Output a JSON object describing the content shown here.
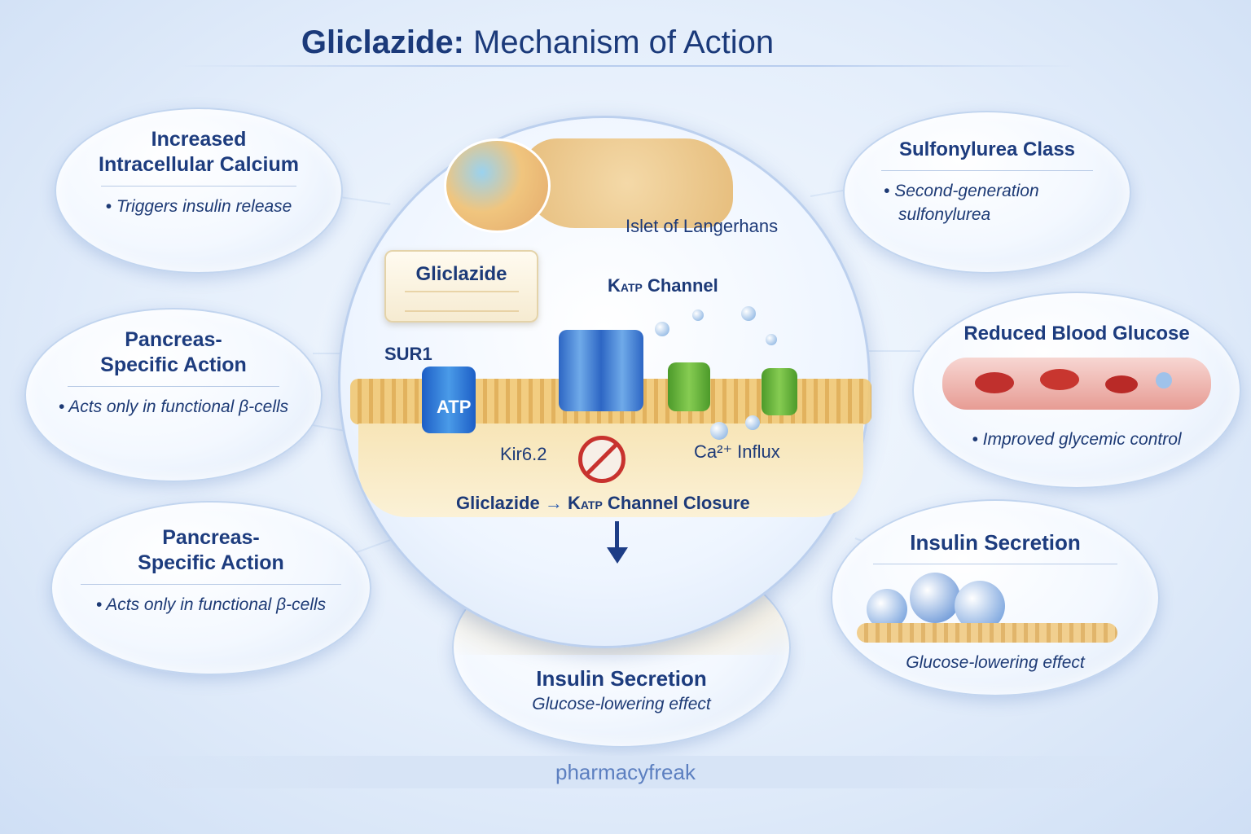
{
  "title": {
    "bold": "Gliclazide:",
    "rest": " Mechanism of Action"
  },
  "bubbles": {
    "calcium": {
      "heading_line1": "Increased",
      "heading_line2": "Intracellular Calcium",
      "bullet": "Triggers insulin release"
    },
    "pancreas1": {
      "heading_line1": "Pancreas-",
      "heading_line2": "Specific Action",
      "bullet": "Acts only in functional β-cells"
    },
    "pancreas2": {
      "heading_line1": "Pancreas-",
      "heading_line2": "Specific Action",
      "bullet": "Acts only in functional β-cells"
    },
    "sulfonylurea": {
      "heading": "Sulfonylurea Class",
      "bullet_line1": "Second-generation",
      "bullet_line2": "sulfonylurea"
    },
    "glucose": {
      "heading": "Reduced Blood Glucose",
      "bullet": "Improved glycemic control"
    },
    "insulin_right": {
      "heading": "Insulin Secretion",
      "caption": "Glucose-lowering effect"
    },
    "insulin_bottom": {
      "heading": "Insulin Secretion",
      "caption": "Glucose-lowering effect"
    }
  },
  "center": {
    "islet_label": "Islet of Langerhans",
    "drug_label": "Gliclazide",
    "katp_k": "K",
    "katp_sub": "ATP",
    "katp_rest": " Channel",
    "sur1": "SUR1",
    "atp": "ATP",
    "kir": "Kir6.2",
    "ca_influx": "Ca²⁺ Influx",
    "closure_drug": "Gliclazide",
    "closure_k": "K",
    "closure_sub": "ATP",
    "closure_rest": " Channel Closure"
  },
  "bullet_symbol": "•",
  "footer": "pharmacyfreak",
  "colors": {
    "heading": "#1d3c7e",
    "accent_blue": "#2f6fd0",
    "channel_green": "#6cb43a",
    "no_sign_red": "#c8322e"
  }
}
